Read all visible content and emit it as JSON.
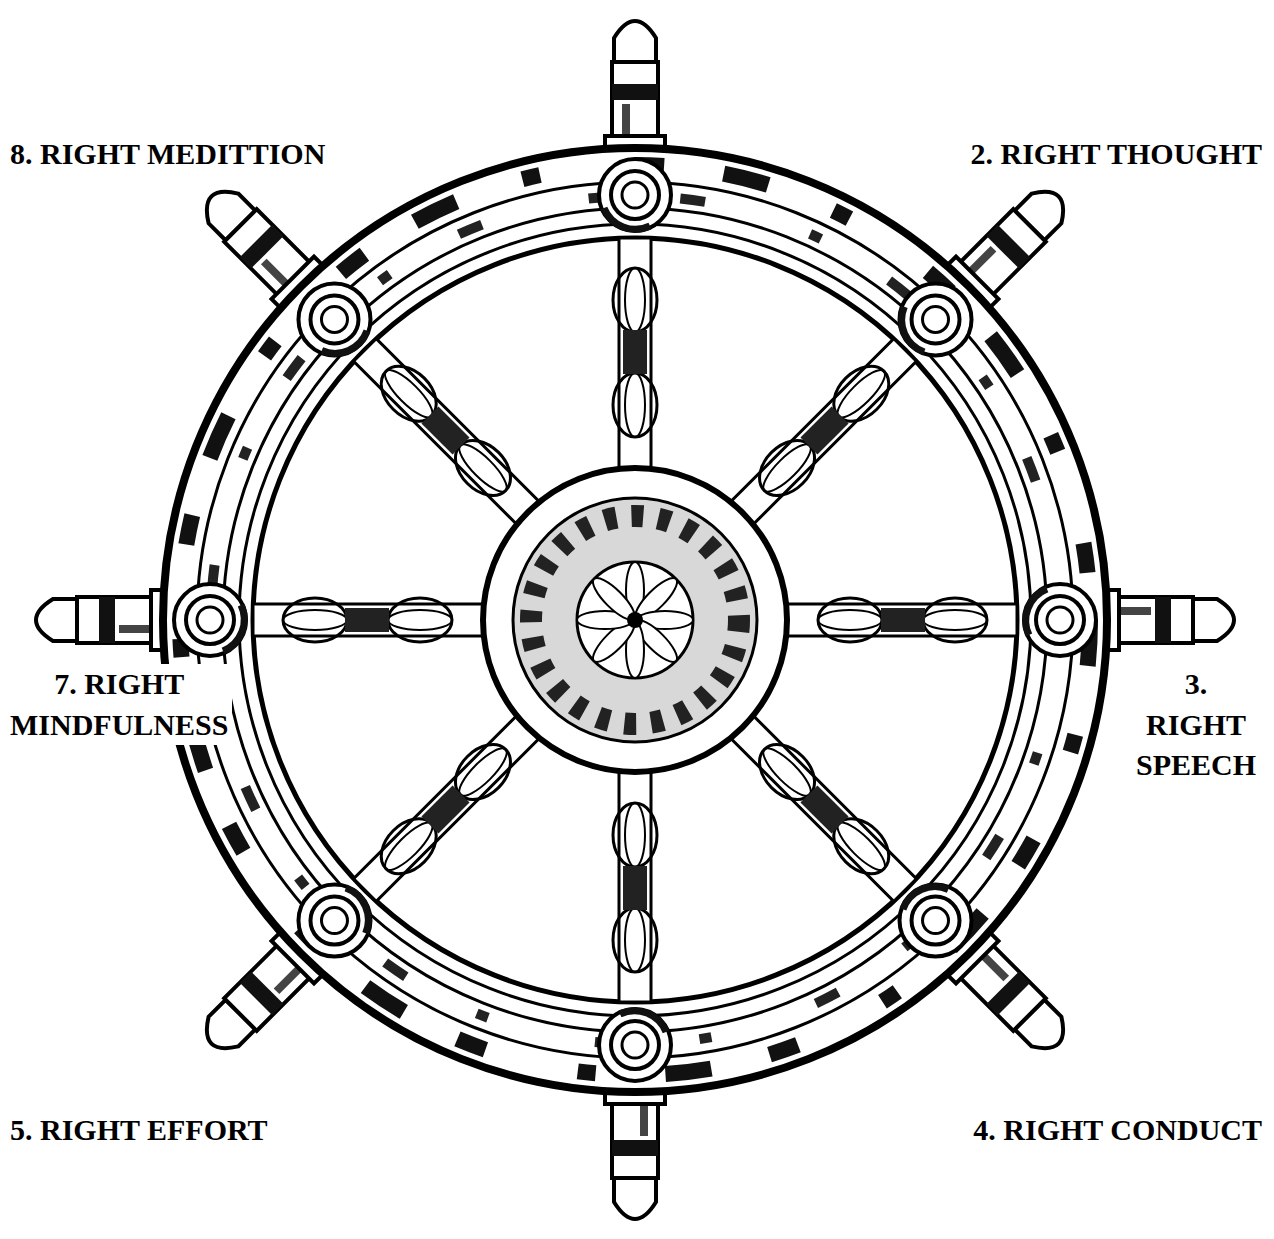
{
  "diagram": {
    "labels": [
      "8. RIGHT MEDITTION",
      "2. RIGHT THOUGHT",
      "7. RIGHT MINDFULNESS",
      "3. RIGHT SPEECH",
      "5. RIGHT EFFORT",
      "4. RIGHT CONDUCT"
    ]
  }
}
